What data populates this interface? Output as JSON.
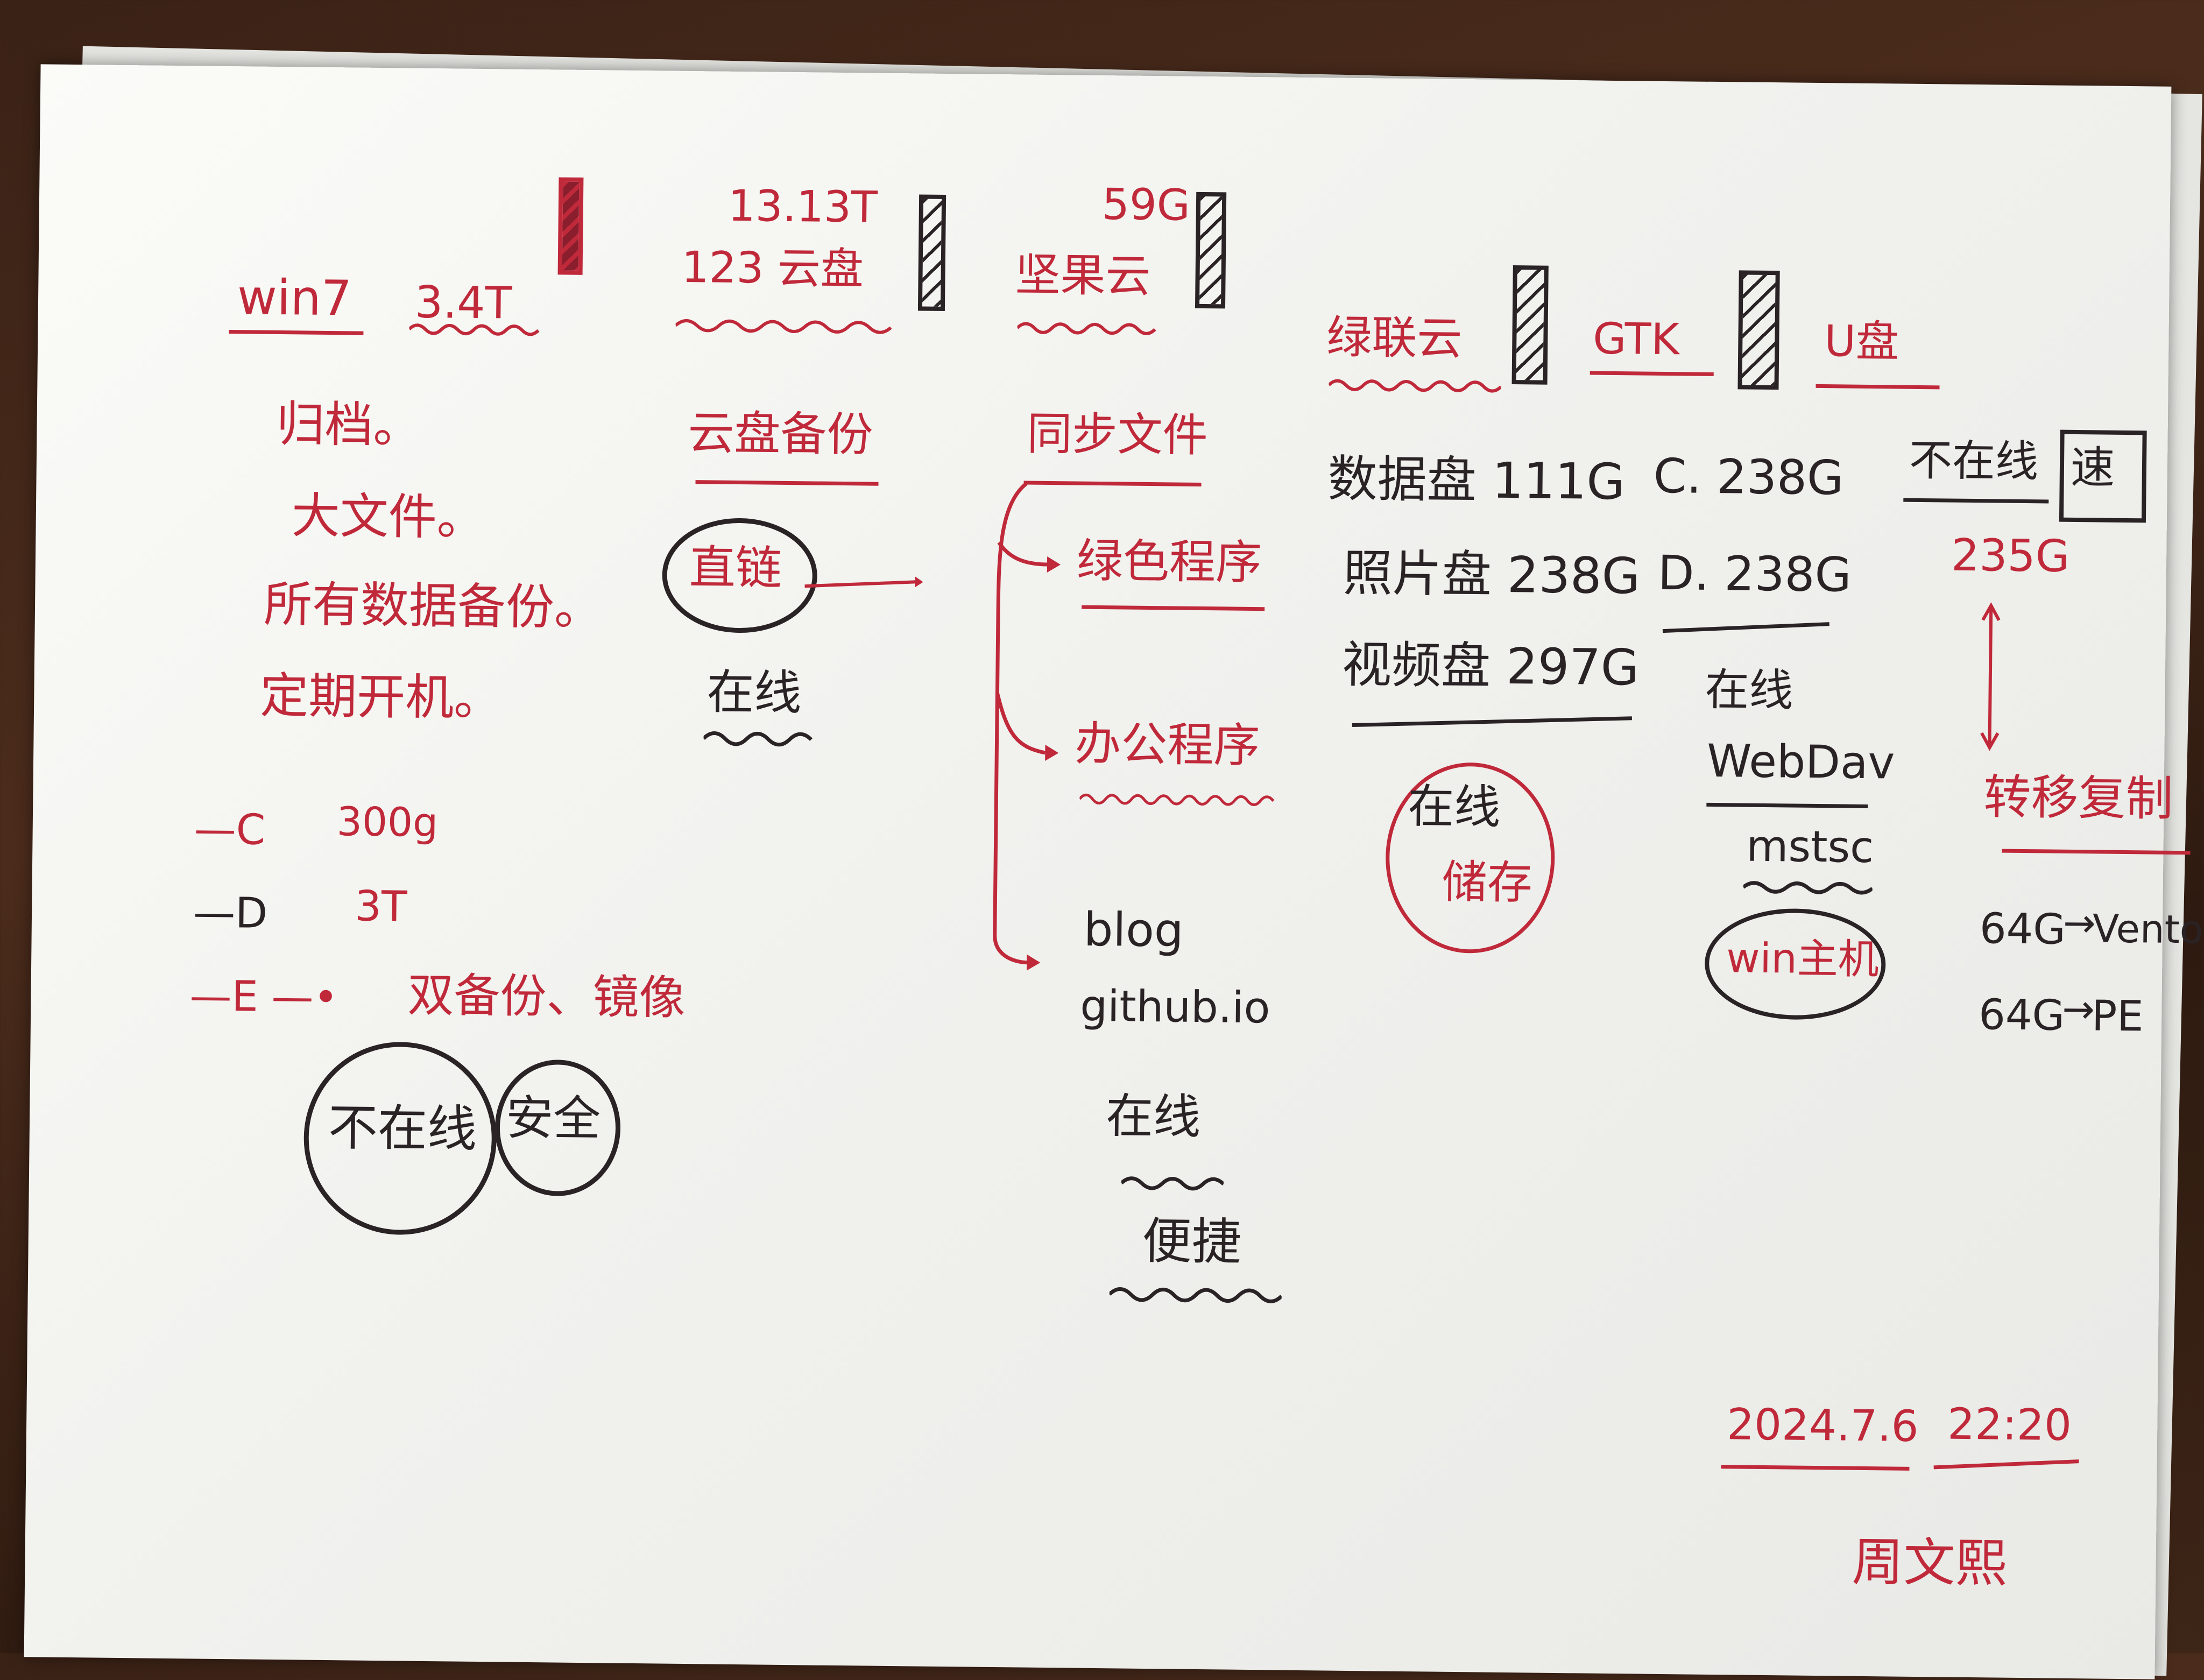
{
  "columns": {
    "win": {
      "title": "win7",
      "size": "3.4T",
      "items": [
        "归档。",
        "大文件。",
        "所有数据备份。",
        "定期开机。"
      ],
      "drives": [
        {
          "letter": "—C",
          "size": "300g"
        },
        {
          "letter": "—D",
          "size": "3T"
        },
        {
          "letter": "—E —•",
          "size": "双备份、镜像"
        }
      ],
      "circle_left": "不在线",
      "circle_right": "安全"
    },
    "cloud123": {
      "size": "13.13T",
      "title": "123 云盘",
      "backup": "云盘备份",
      "circle": "直链",
      "status": "在线"
    },
    "jianguo": {
      "size": "59G",
      "title": "坚果云",
      "sync": "同步文件",
      "branches": [
        "绿色程序",
        "办公程序",
        "blog",
        "github.io"
      ],
      "status1": "在线",
      "status2": "便捷"
    },
    "lvlian": {
      "title": "绿联云",
      "disks": [
        "数据盘 111G",
        "照片盘 238G",
        "视频盘 297G"
      ],
      "circle_top": "在线",
      "circle_bottom": "储存"
    },
    "gtk": {
      "title": "GTK",
      "drives": [
        "C. 238G",
        "D. 238G"
      ],
      "status": "在线",
      "items": [
        "WebDav",
        "mstsc"
      ],
      "circle": "win主机"
    },
    "udisk": {
      "title": "U盘",
      "status": "不在线",
      "box": "速",
      "size": "235G",
      "action": "转移复制",
      "items": [
        {
          "size": "64G",
          "target": "Ventoy"
        },
        {
          "size": "64G",
          "target": "PE"
        }
      ]
    }
  },
  "footer": {
    "date": "2024.7.6",
    "time": "22:20",
    "name": "周文熙"
  },
  "colors": {
    "red_ink": "#c0293a",
    "black_ink": "#2a2326",
    "paper": "#f3f3f0"
  }
}
